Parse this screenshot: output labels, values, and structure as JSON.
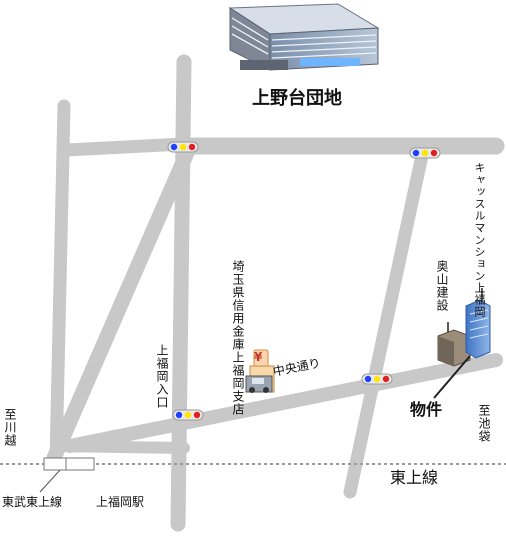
{
  "labels": {
    "danchi": "上野台団地",
    "castle_mansion": "キャッスルマンション上福岡",
    "okuyama": "奥山建設",
    "bank": "埼玉県信用金庫上福岡支店",
    "kamifukuoka_entrance": "上福岡入口",
    "chuo_dori": "中央通り",
    "property": "物件",
    "to_kawagoe": "至川越",
    "to_ikebukuro": "至池袋",
    "tojo_line": "東上線",
    "tobu_tojo_line": "東武東上線",
    "station": "上福岡駅",
    "yen_symbol": "¥"
  },
  "colors": {
    "road": "#c8c8c8",
    "road_edge": "#888888",
    "signal_blue": "#1e40ff",
    "signal_yellow": "#ffe600",
    "signal_red": "#e02020",
    "building_blue": "#5b8fd8",
    "building_gray": "#8a8f99",
    "rail": "#999999"
  },
  "icons": [
    "building-icon",
    "bank-icon",
    "traffic-signal-icon",
    "station-icon"
  ]
}
